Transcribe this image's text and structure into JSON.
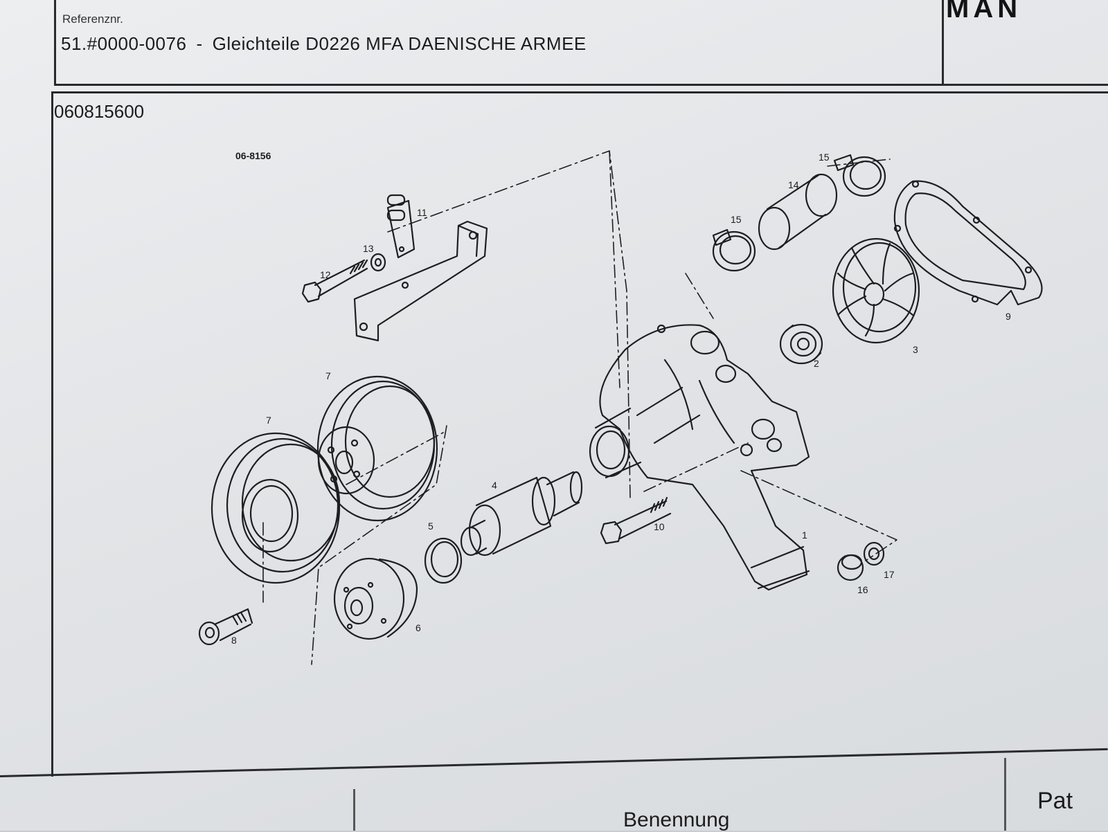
{
  "header": {
    "ref_label": "Referenznr.",
    "ref_number": "51.#0000-0076",
    "separator": "-",
    "ref_title": "Gleichteile D0226 MFA DAENISCHE ARMEE",
    "logo_text": "MAN"
  },
  "drawing": {
    "number": "060815600",
    "code": "06-8156",
    "parts": [
      "1",
      "2",
      "3",
      "4",
      "5",
      "6",
      "7",
      "7",
      "8",
      "9",
      "10",
      "11",
      "12",
      "13",
      "14",
      "15",
      "15",
      "16",
      "17"
    ]
  },
  "footer": {
    "col_benennung": "Benennung",
    "col_pat": "Pat"
  }
}
